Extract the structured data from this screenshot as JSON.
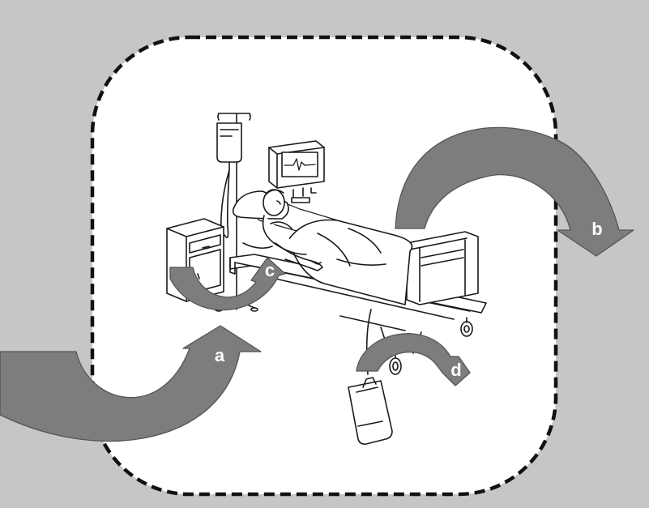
{
  "diagram": {
    "colors": {
      "background": "#c6c6c6",
      "zone_fill": "#ffffff",
      "zone_border": "#111111",
      "arrow_fill": "#7d7d7d",
      "arrow_stroke": "#555555",
      "label_color": "#ffffff",
      "line_art": "#1a1a1a"
    },
    "arrows": [
      {
        "id": "a",
        "label": "a"
      },
      {
        "id": "b",
        "label": "b"
      },
      {
        "id": "c",
        "label": "c"
      },
      {
        "id": "d",
        "label": "d"
      }
    ],
    "icons": [
      "iv-stand-icon",
      "iv-bag-icon",
      "heart-monitor-icon",
      "bedside-cabinet-icon",
      "hospital-bed-icon",
      "patient-icon",
      "urine-drainage-bag-icon"
    ]
  }
}
